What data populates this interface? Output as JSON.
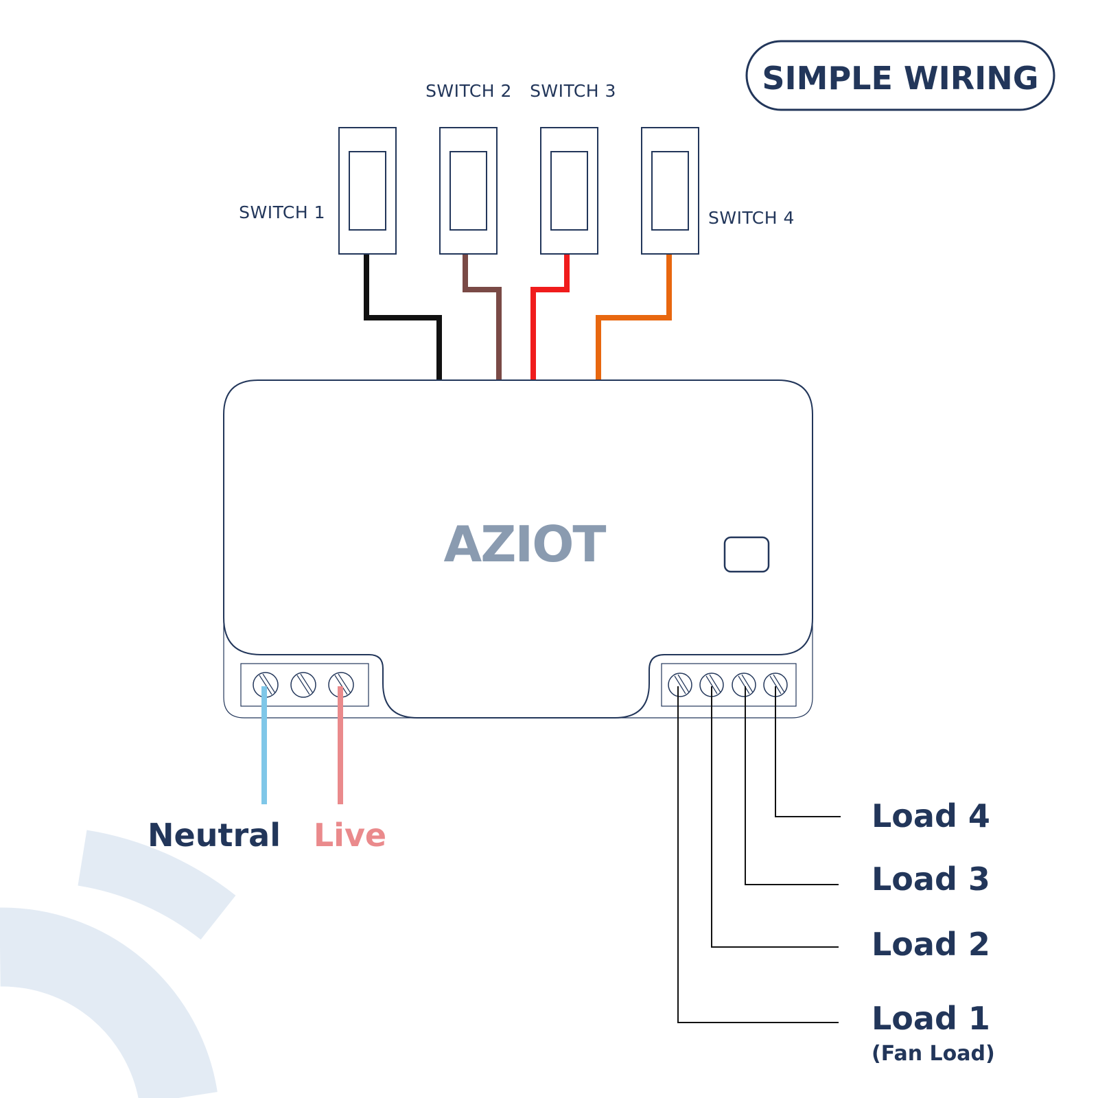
{
  "title": "SIMPLE WIRING",
  "brand": "AZIOT",
  "switches": [
    {
      "label": "SWITCH 1",
      "wire_color": "#111111"
    },
    {
      "label": "SWITCH 2",
      "wire_color": "#7a4a46"
    },
    {
      "label": "SWITCH 3",
      "wire_color": "#f01c1c"
    },
    {
      "label": "SWITCH 4",
      "wire_color": "#e8670f"
    }
  ],
  "supply": {
    "neutral": {
      "label": "Neutral",
      "color": "#7fc7e8"
    },
    "live": {
      "label": "Live",
      "color": "#ea8a8c"
    }
  },
  "loads": [
    {
      "label": "Load 1",
      "note": "(Fan Load)"
    },
    {
      "label": "Load 2"
    },
    {
      "label": "Load 3"
    },
    {
      "label": "Load 4"
    }
  ],
  "colors": {
    "outline": "#22365a",
    "text": "#22365a",
    "brand": "#8a9bb0",
    "decor": "#e3ebf4"
  }
}
